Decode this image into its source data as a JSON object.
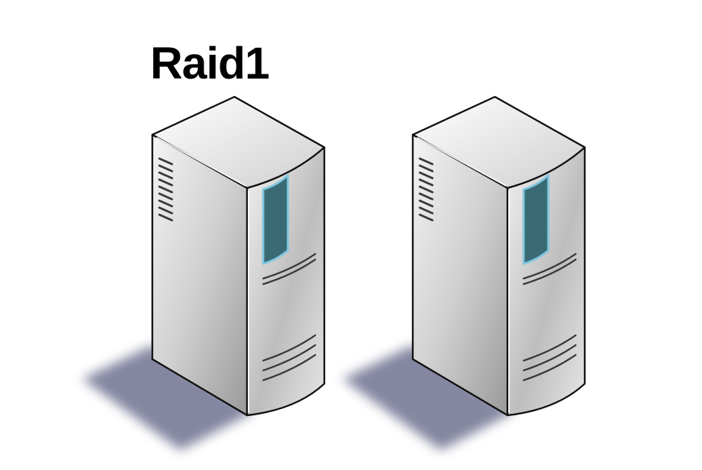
{
  "diagram": {
    "title": "Raid1",
    "servers": [
      {
        "id": "server-1",
        "icon": "server-tower-icon"
      },
      {
        "id": "server-2",
        "icon": "server-tower-icon"
      }
    ]
  },
  "colors": {
    "window": "#3a6a73",
    "window_edge": "#7ec6df",
    "shadow": "#6b6e8f",
    "outline": "#111111"
  }
}
